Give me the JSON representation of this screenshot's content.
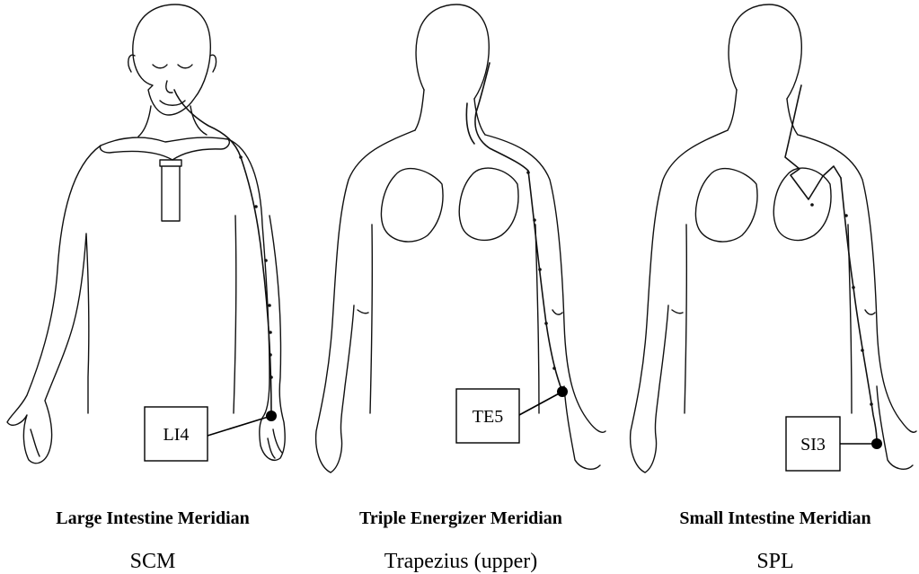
{
  "panels": [
    {
      "point": "LI4",
      "meridian": "Large Intestine Meridian",
      "muscle": "SCM"
    },
    {
      "point": "TE5",
      "meridian": "Triple Energizer Meridian",
      "muscle": "Trapezius (upper)"
    },
    {
      "point": "SI3",
      "meridian": "Small Intestine Meridian",
      "muscle": "SPL"
    }
  ]
}
